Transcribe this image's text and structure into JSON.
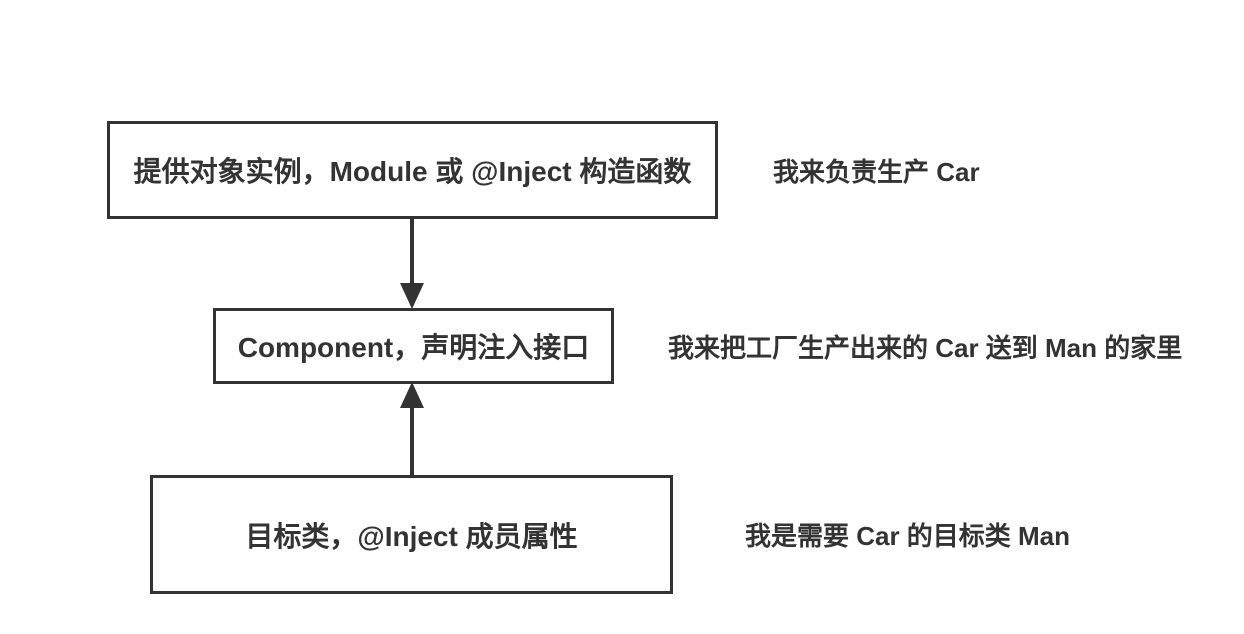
{
  "diagram": {
    "background_color": "#ffffff",
    "stroke_color": "#333333",
    "nodes": [
      {
        "id": "provider",
        "label": "提供对象实例，Module 或 @Inject 构造函数",
        "annotation": "我来负责生产 Car"
      },
      {
        "id": "component",
        "label": "Component，声明注入接口",
        "annotation": "我来把工厂生产出来的 Car 送到 Man 的家里"
      },
      {
        "id": "target",
        "label": "目标类，@Inject 成员属性",
        "annotation": "我是需要 Car 的目标类 Man"
      }
    ],
    "edges": [
      {
        "from": "provider",
        "to": "component",
        "direction": "down"
      },
      {
        "from": "target",
        "to": "component",
        "direction": "up"
      }
    ]
  }
}
